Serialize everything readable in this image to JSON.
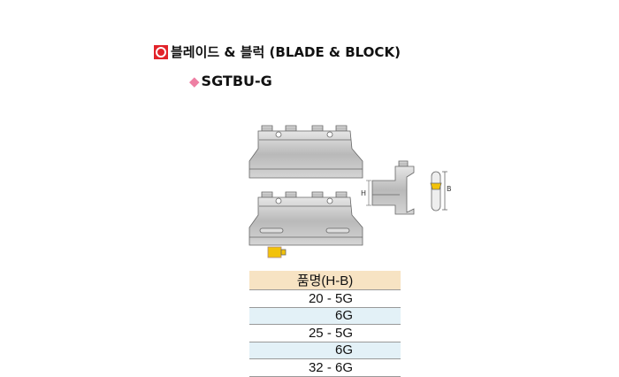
{
  "header": {
    "title": "블레이드 & 블럭 (BLADE & BLOCK)",
    "subtitle": "SGTBU-G"
  },
  "diagram": {
    "label_h": "H",
    "label_b": "B"
  },
  "table": {
    "header": "품명(H-B)",
    "rows": [
      "20 - 5G",
      "6G",
      "25 - 5G",
      "6G",
      "32 - 6G"
    ]
  },
  "colors": {
    "accent": "#e2232a",
    "diamond": "#ee7fa3",
    "header_bg": "#f7e3c3",
    "alt_bg": "#e3f1f7",
    "insert": "#f2c20a"
  }
}
